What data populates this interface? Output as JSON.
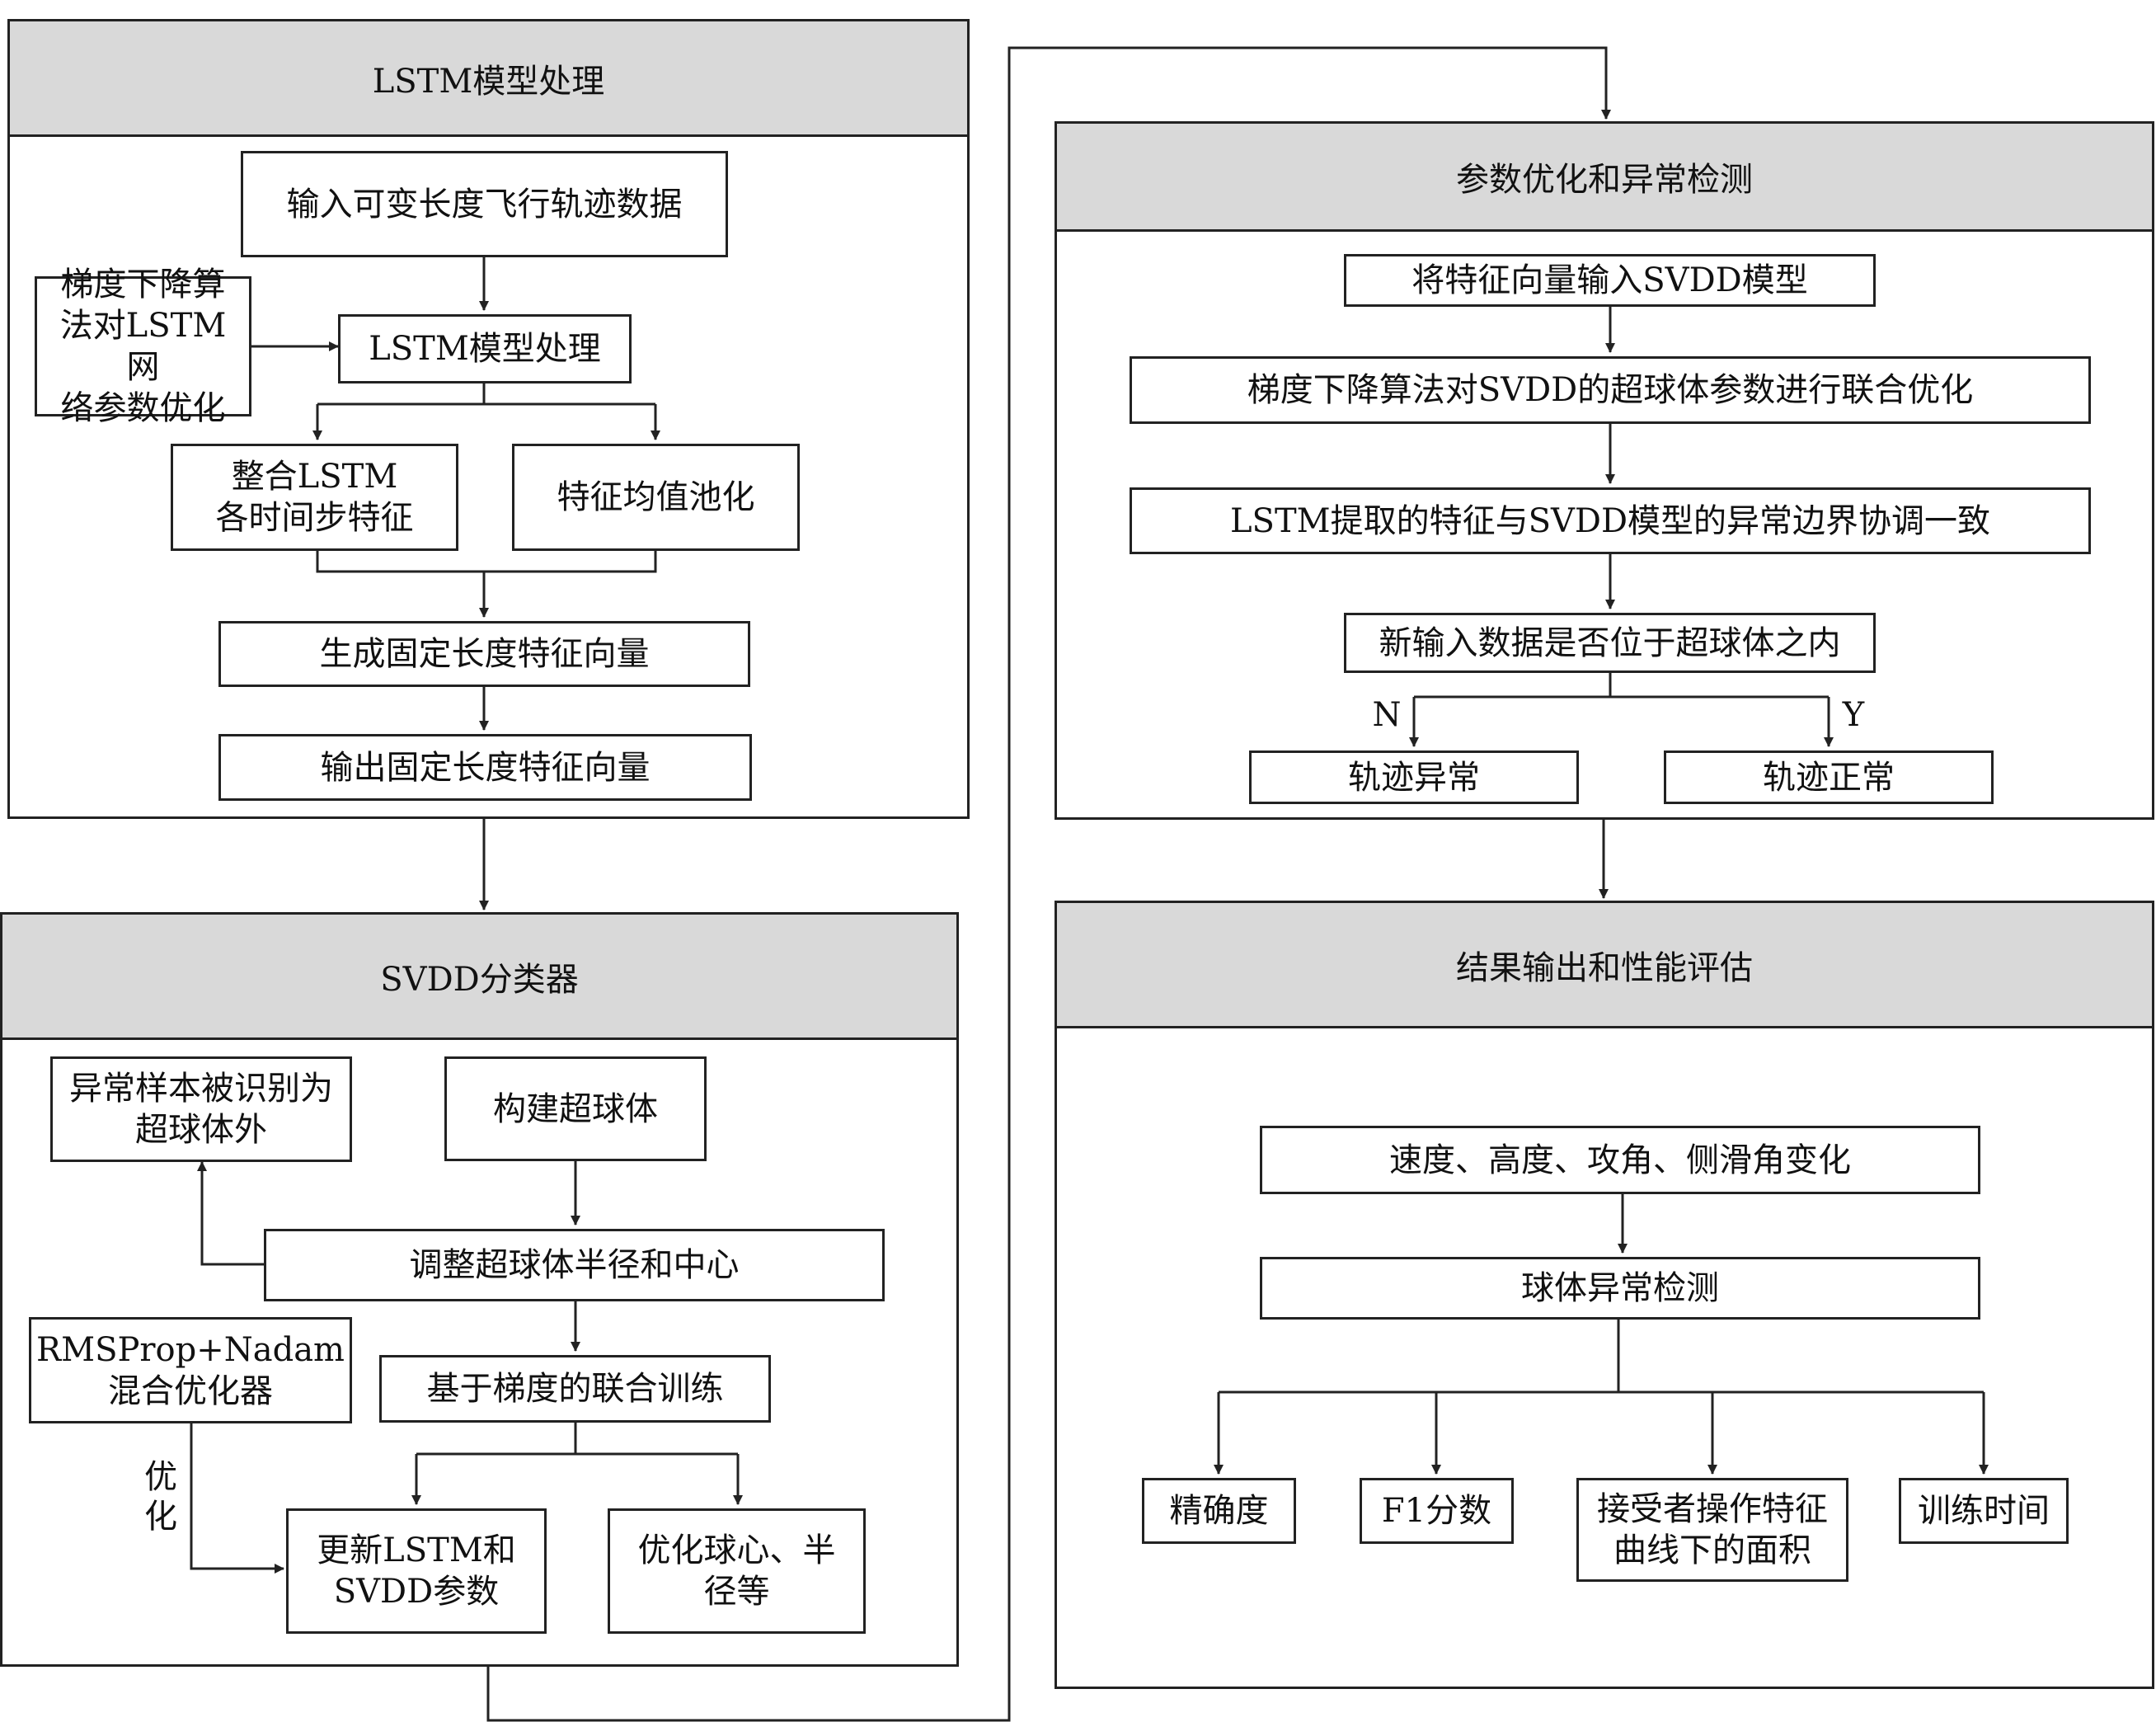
{
  "panels": {
    "lstm": {
      "title": "LSTM模型处理",
      "input": "输入可变长度飞行轨迹数据",
      "gradient": "梯度下降算\n法对LSTM网\n络参数优化",
      "process": "LSTM模型处理",
      "integrate": "整合LSTM\n各时间步特征",
      "pooling": "特征均值池化",
      "generate": "生成固定长度特征向量",
      "output": "输出固定长度特征向量"
    },
    "svdd": {
      "title": "SVDD分类器",
      "anomaly": "异常样本被识别为\n超球体外",
      "build": "构建超球体",
      "adjust": "调整超球体半径和中心",
      "optimizer": "RMSProp+Nadam\n混合优化器",
      "joint": "基于梯度的联合训练",
      "optimize_label": "优\n化",
      "update": "更新LSTM和\nSVDD参数",
      "center": "优化球心、半\n径等"
    },
    "param": {
      "title": "参数优化和异常检测",
      "input_svdd": "将特征向量输入SVDD模型",
      "gradient_svdd": "梯度下降算法对SVDD的超球体参数进行联合优化",
      "consistent": "LSTM提取的特征与SVDD模型的异常边界协调一致",
      "decision": "新输入数据是否位于超球体之内",
      "n_label": "N",
      "y_label": "Y",
      "abnormal": "轨迹异常",
      "normal": "轨迹正常"
    },
    "result": {
      "title": "结果输出和性能评估",
      "variables": "速度、高度、攻角、侧滑角变化",
      "sphere": "球体异常检测",
      "precision": "精确度",
      "f1": "F1分数",
      "auc": "接受者操作特征\n曲线下的面积",
      "train_time": "训练时间"
    }
  }
}
